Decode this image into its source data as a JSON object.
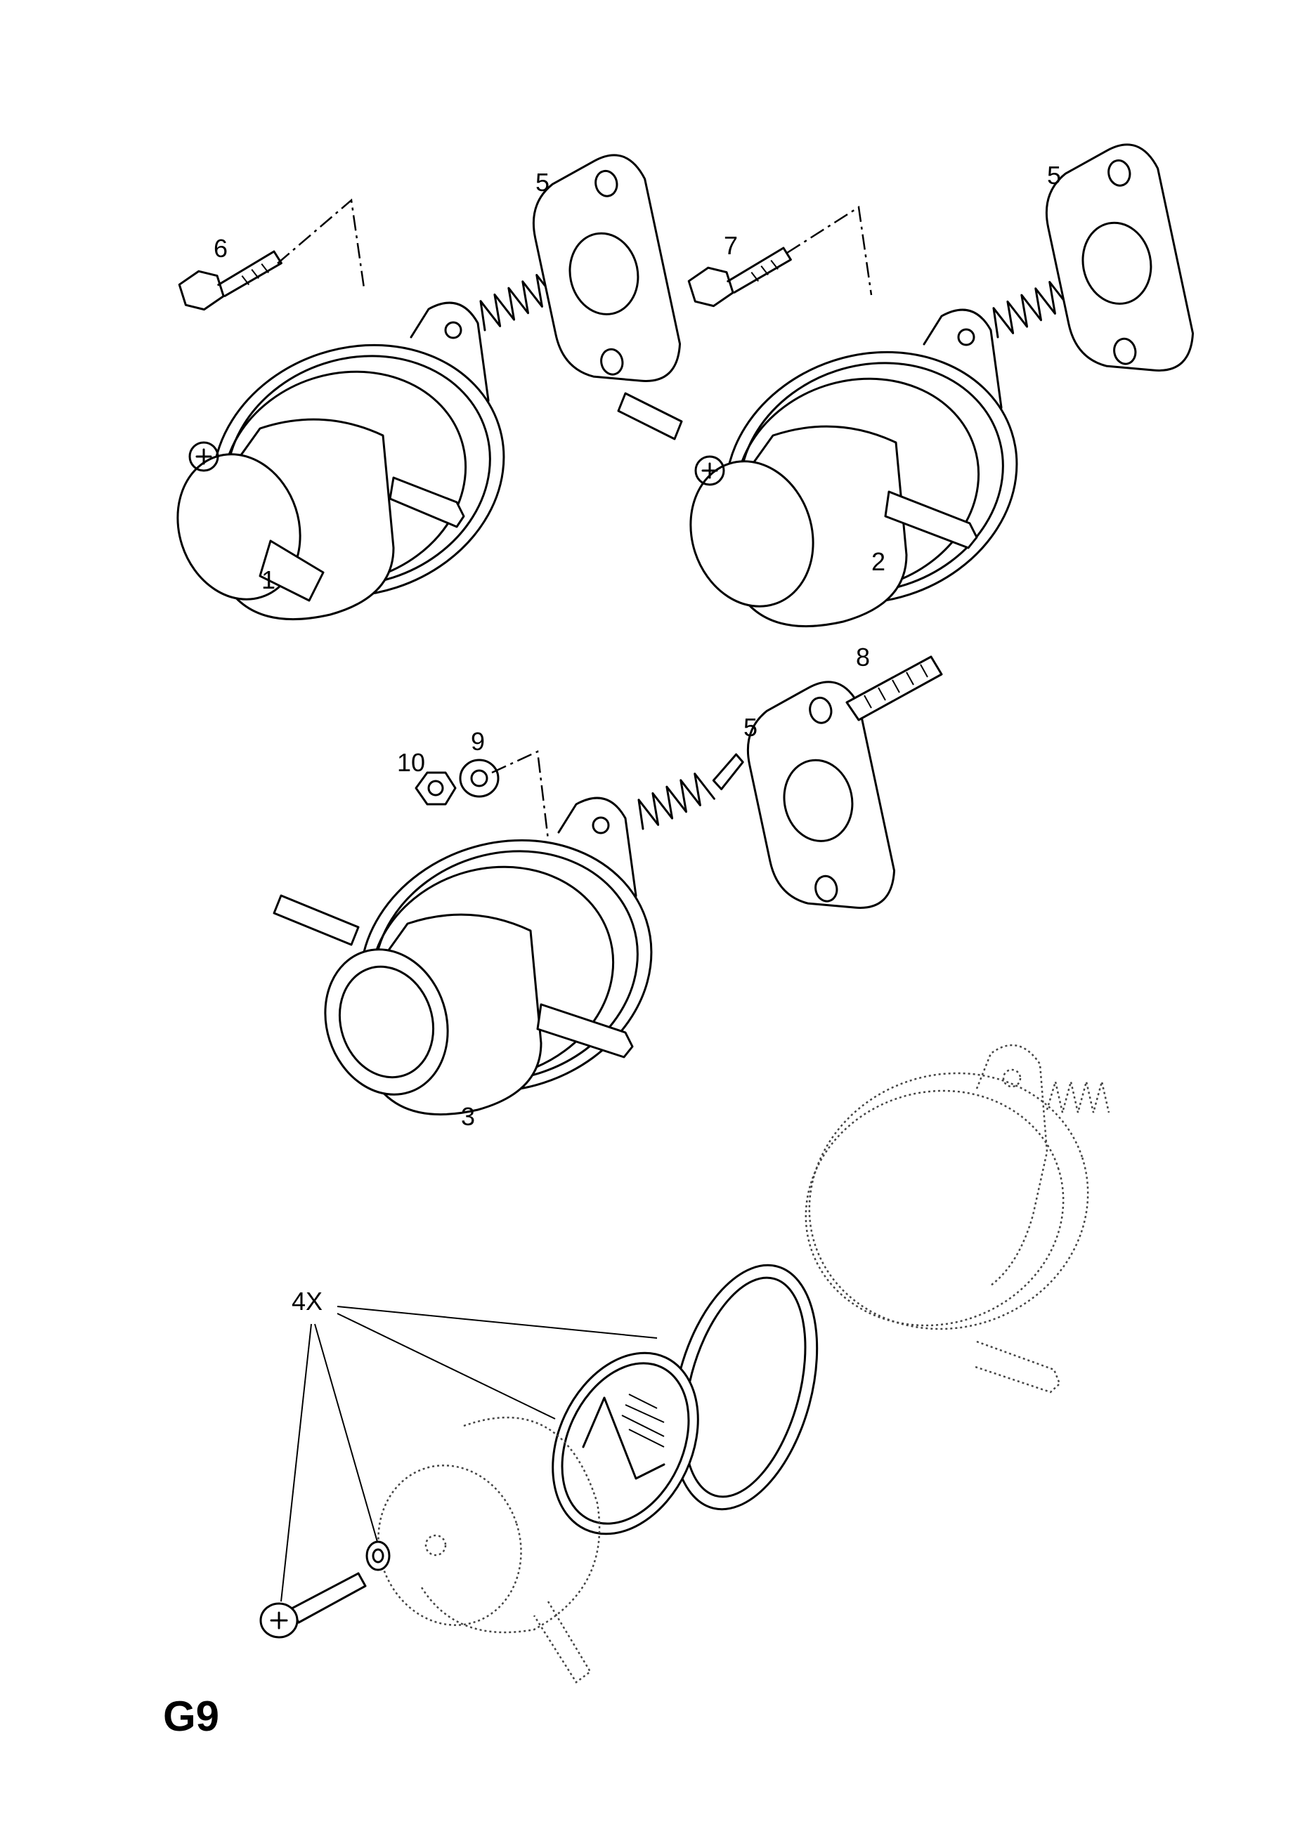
{
  "callouts": {
    "c1": "1",
    "c2": "2",
    "c3": "3",
    "c4": "4X",
    "c5a": "5",
    "c5b": "5",
    "c5c": "5",
    "c6": "6",
    "c7": "7",
    "c8": "8",
    "c9": "9",
    "c10": "10"
  },
  "diagram_code": "G9"
}
